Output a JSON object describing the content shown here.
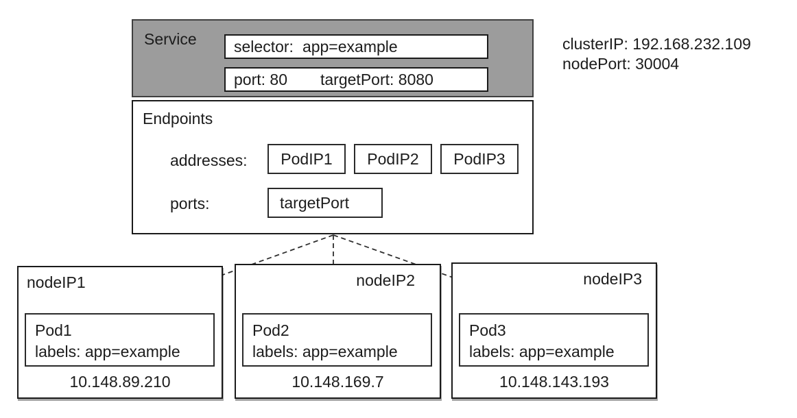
{
  "colors": {
    "service_fill": "#9c9c9c"
  },
  "service": {
    "title": "Service",
    "selector_label": "selector:",
    "selector_value": "app=example",
    "port_label": "port: 80",
    "target_port_label": "targetPort: 8080"
  },
  "cluster_info": {
    "cluster_ip_label": "clusterIP:",
    "cluster_ip_value": "192.168.232.109",
    "node_port_label": "nodePort:",
    "node_port_value": "30004"
  },
  "endpoints": {
    "title": "Endpoints",
    "addresses_label": "addresses:",
    "addresses": [
      "PodIP1",
      "PodIP2",
      "PodIP3"
    ],
    "ports_label": "ports:",
    "ports": [
      "targetPort"
    ]
  },
  "nodes": [
    {
      "name": "nodeIP1",
      "pod": {
        "name": "Pod1",
        "labels": "labels: app=example"
      },
      "ip": "10.148.89.210"
    },
    {
      "name": "nodeIP2",
      "pod": {
        "name": "Pod2",
        "labels": "labels: app=example"
      },
      "ip": "10.148.169.7"
    },
    {
      "name": "nodeIP3",
      "pod": {
        "name": "Pod3",
        "labels": "labels: app=example"
      },
      "ip": "10.148.143.193"
    }
  ]
}
